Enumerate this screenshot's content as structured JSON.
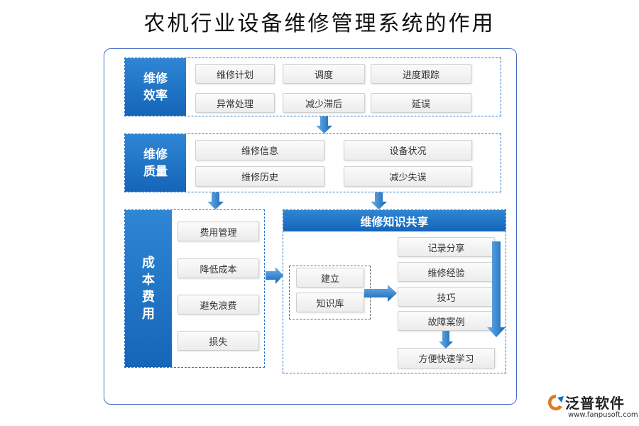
{
  "title": "农机行业设备维修管理系统的作用",
  "efficiency": {
    "heading": "维修效率",
    "items": [
      "维修计划",
      "调度",
      "进度跟踪",
      "异常处理",
      "减少滞后",
      "延误"
    ]
  },
  "quality": {
    "heading": "维修质量",
    "items": [
      "维修信息",
      "设备状况",
      "维修历史",
      "减少失误"
    ]
  },
  "cost": {
    "heading": "成本费用",
    "items": [
      "费用管理",
      "降低成本",
      "避免浪费",
      "损失"
    ]
  },
  "knowledge": {
    "heading": "维修知识共享",
    "left_items": [
      "建立",
      "知识库"
    ],
    "right_items": [
      "记录分享",
      "维修经验",
      "技巧",
      "故障案例"
    ],
    "bottom_item": "方便快速学习"
  },
  "logo": {
    "name": "泛普软件",
    "url": "www.fanpusoft.com"
  },
  "colors": {
    "accent": "#1a6fc2",
    "dash": "#2e75c6"
  }
}
